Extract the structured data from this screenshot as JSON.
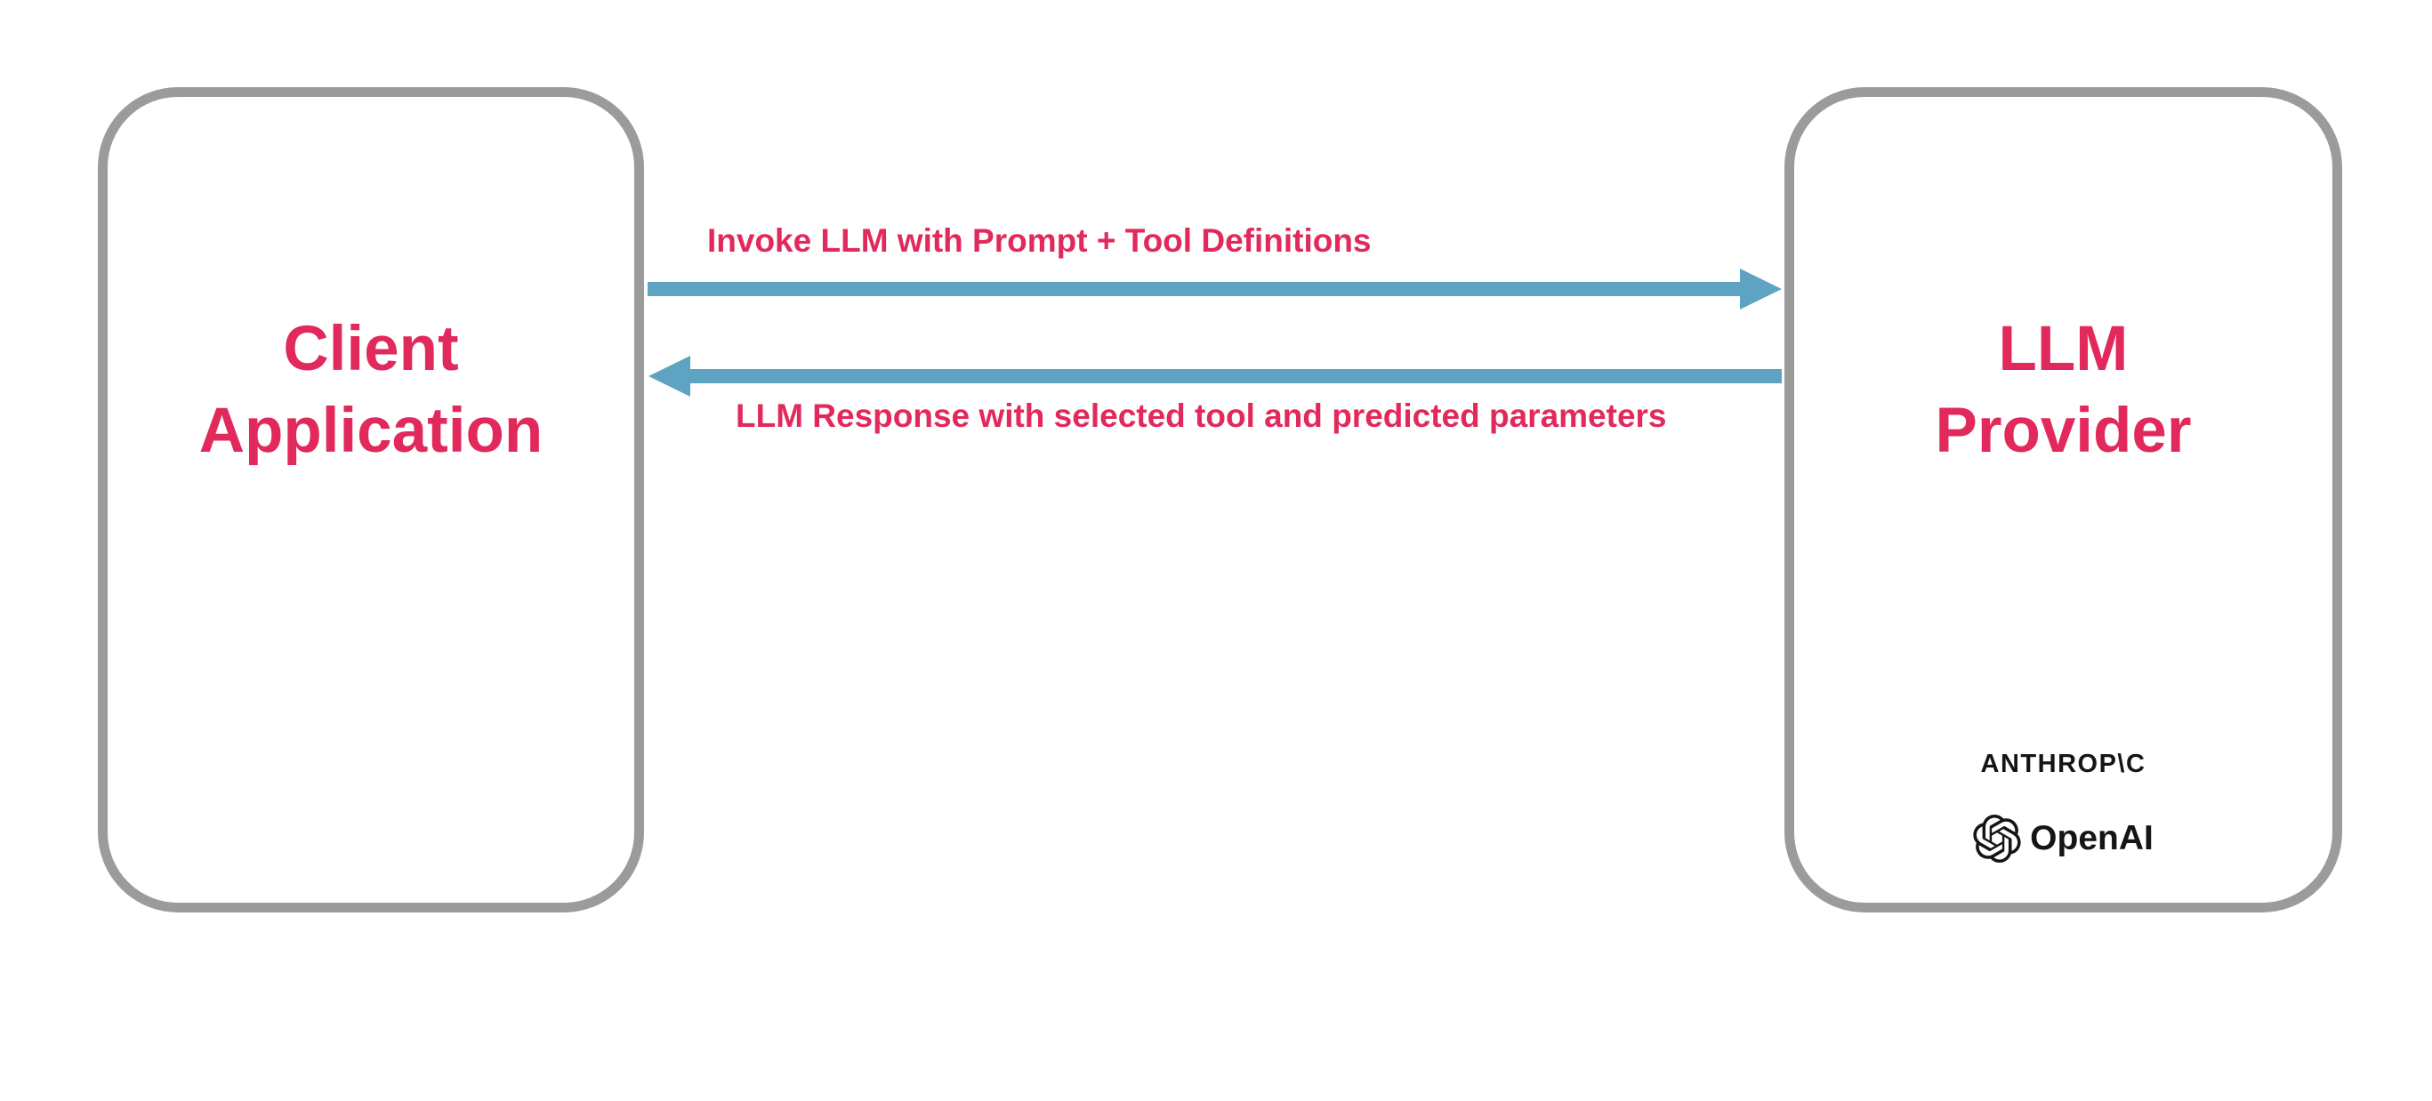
{
  "diagram": {
    "client_box": {
      "label_line1": "Client",
      "label_line2": "Application"
    },
    "provider_box": {
      "label_line1": "LLM",
      "label_line2": "Provider"
    },
    "arrows": {
      "request": {
        "label": "Invoke LLM with Prompt + Tool Definitions",
        "direction": "right"
      },
      "response": {
        "label": "LLM Response with selected tool and predicted parameters",
        "direction": "left"
      }
    },
    "logos": {
      "anthropic": "ANTHROP\\C",
      "openai": "OpenAI"
    },
    "colors": {
      "accent_pink": "#e2295c",
      "arrow_blue": "#5ea3c2",
      "box_border": "#9b9b9b",
      "logo_black": "#151515"
    }
  }
}
